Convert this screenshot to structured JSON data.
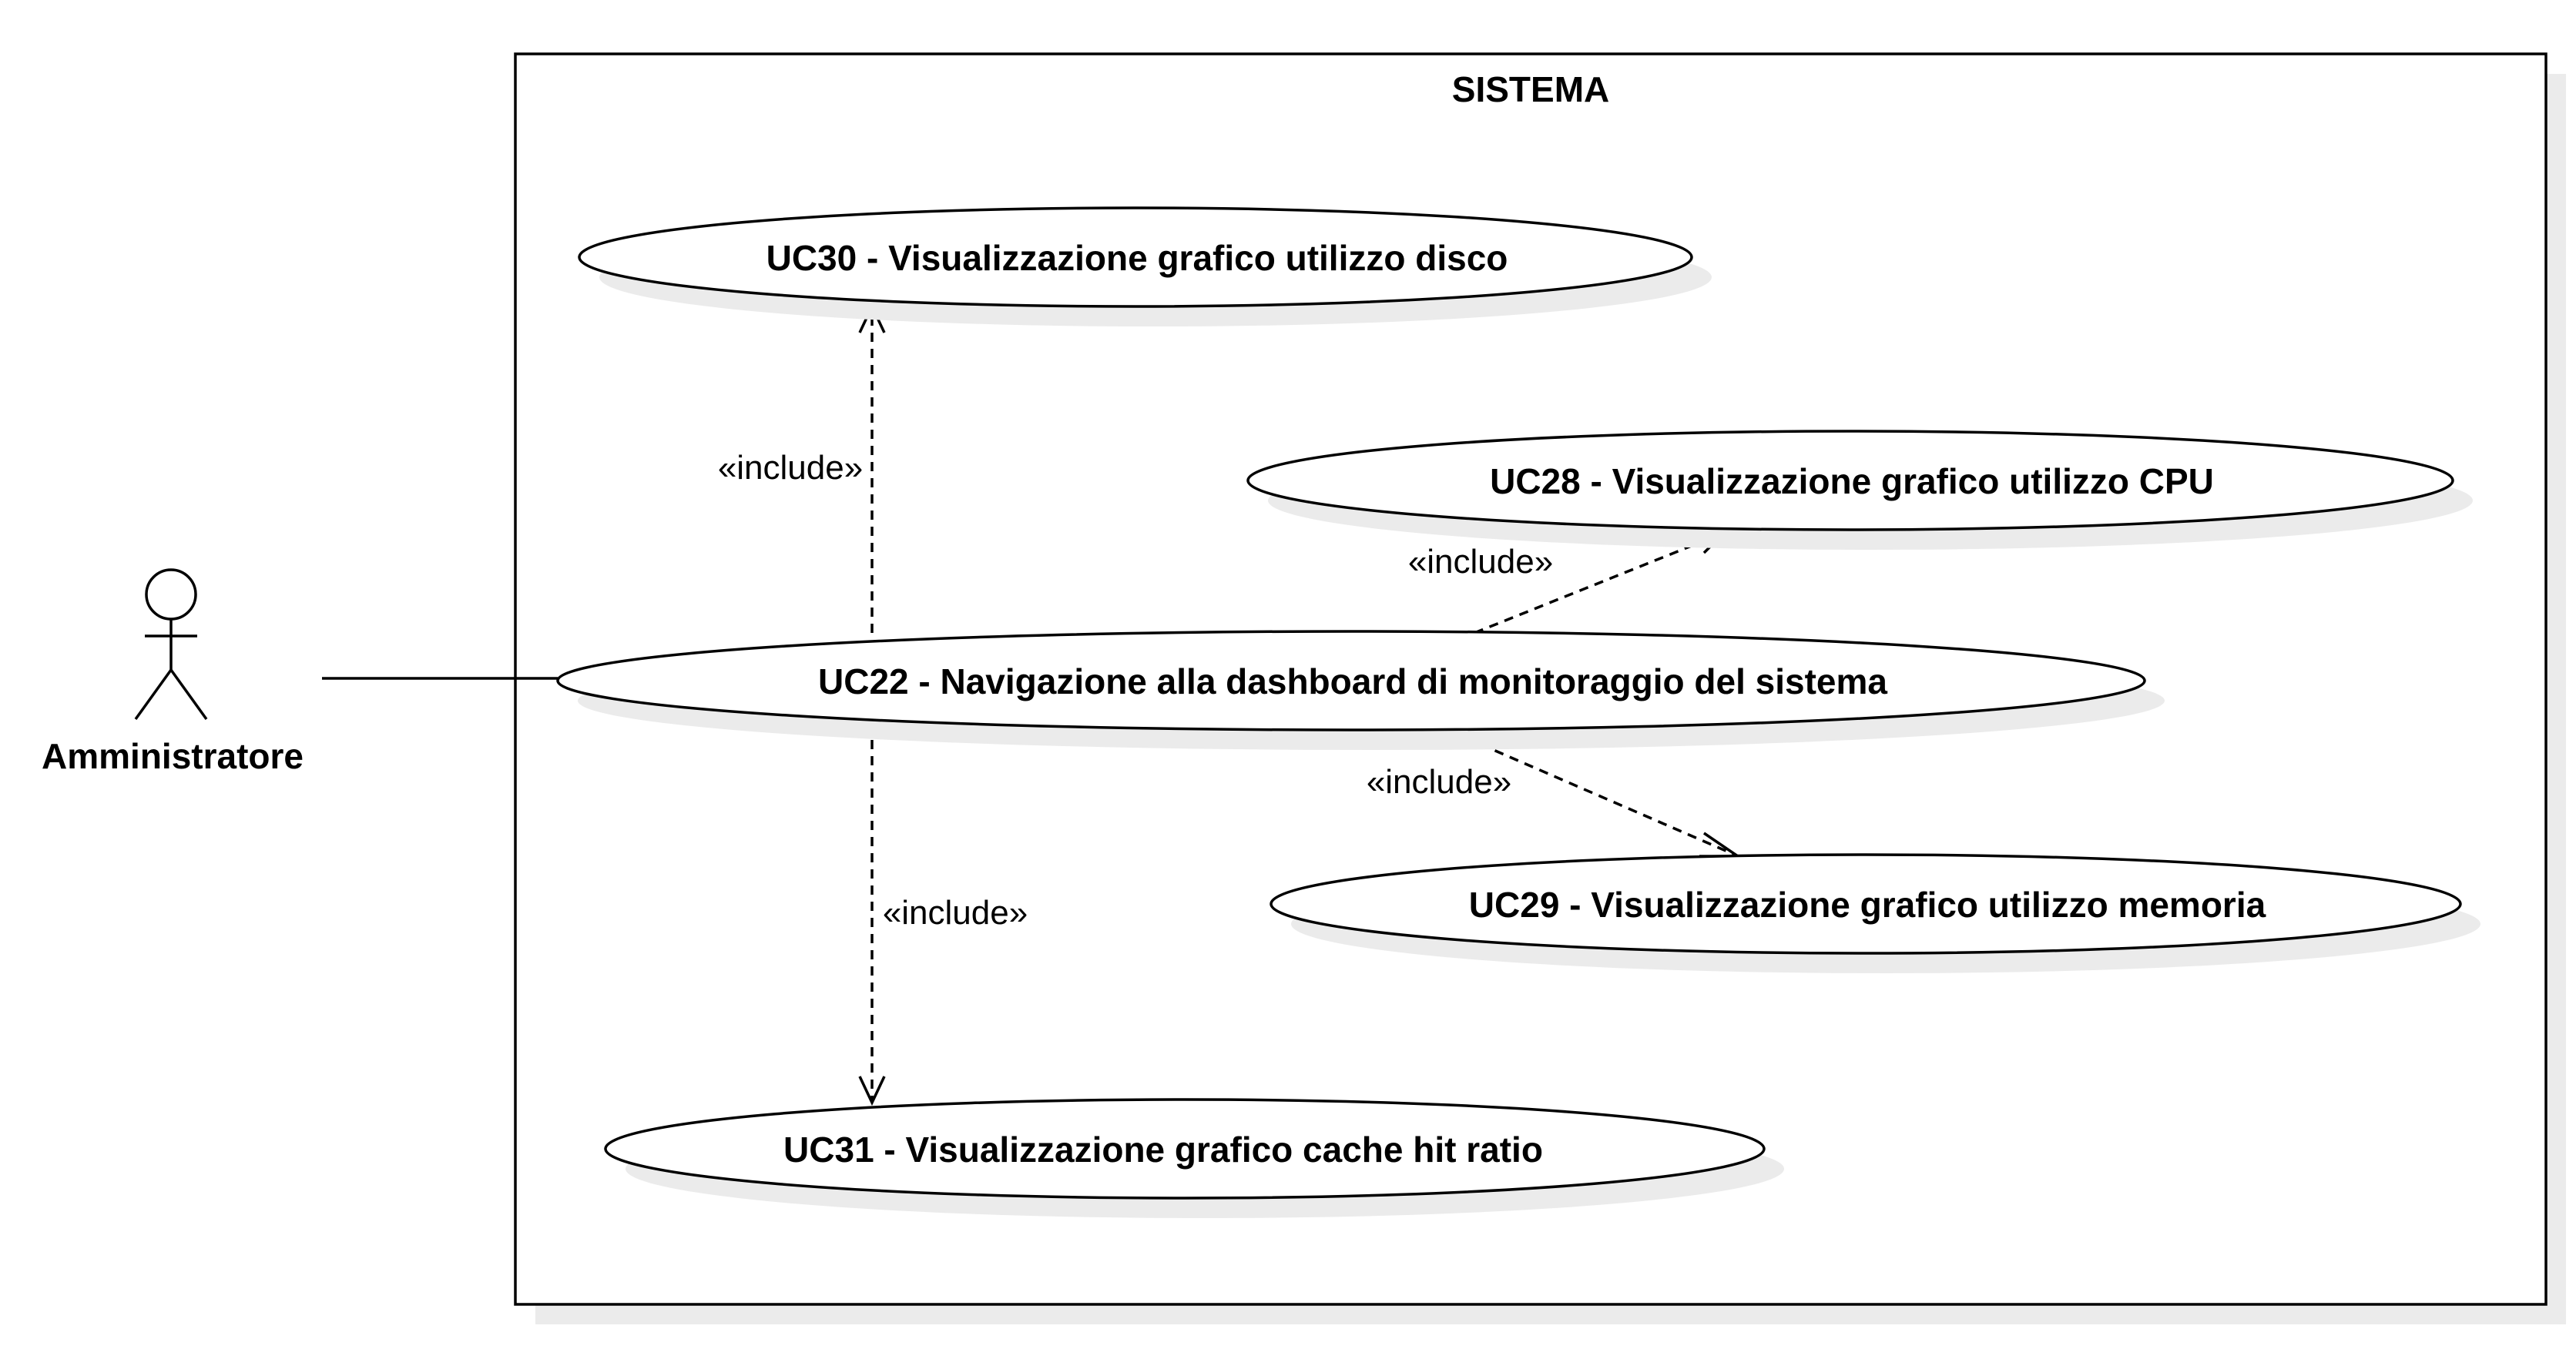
{
  "system": {
    "title": "SISTEMA"
  },
  "actor": {
    "name": "Amministratore"
  },
  "use_cases": {
    "uc22": "UC22 - Navigazione alla dashboard di monitoraggio del sistema",
    "uc28": "UC28 - Visualizzazione grafico utilizzo CPU",
    "uc29": "UC29 - Visualizzazione grafico utilizzo memoria",
    "uc30": "UC30 - Visualizzazione grafico utilizzo disco",
    "uc31": "UC31 - Visualizzazione grafico cache hit ratio"
  },
  "relations": {
    "include_uc30": "«include»",
    "include_uc28": "«include»",
    "include_uc29": "«include»",
    "include_uc31": "«include»"
  },
  "colors": {
    "stroke": "#000000",
    "shadow": "#ebebeb",
    "background": "#ffffff"
  }
}
